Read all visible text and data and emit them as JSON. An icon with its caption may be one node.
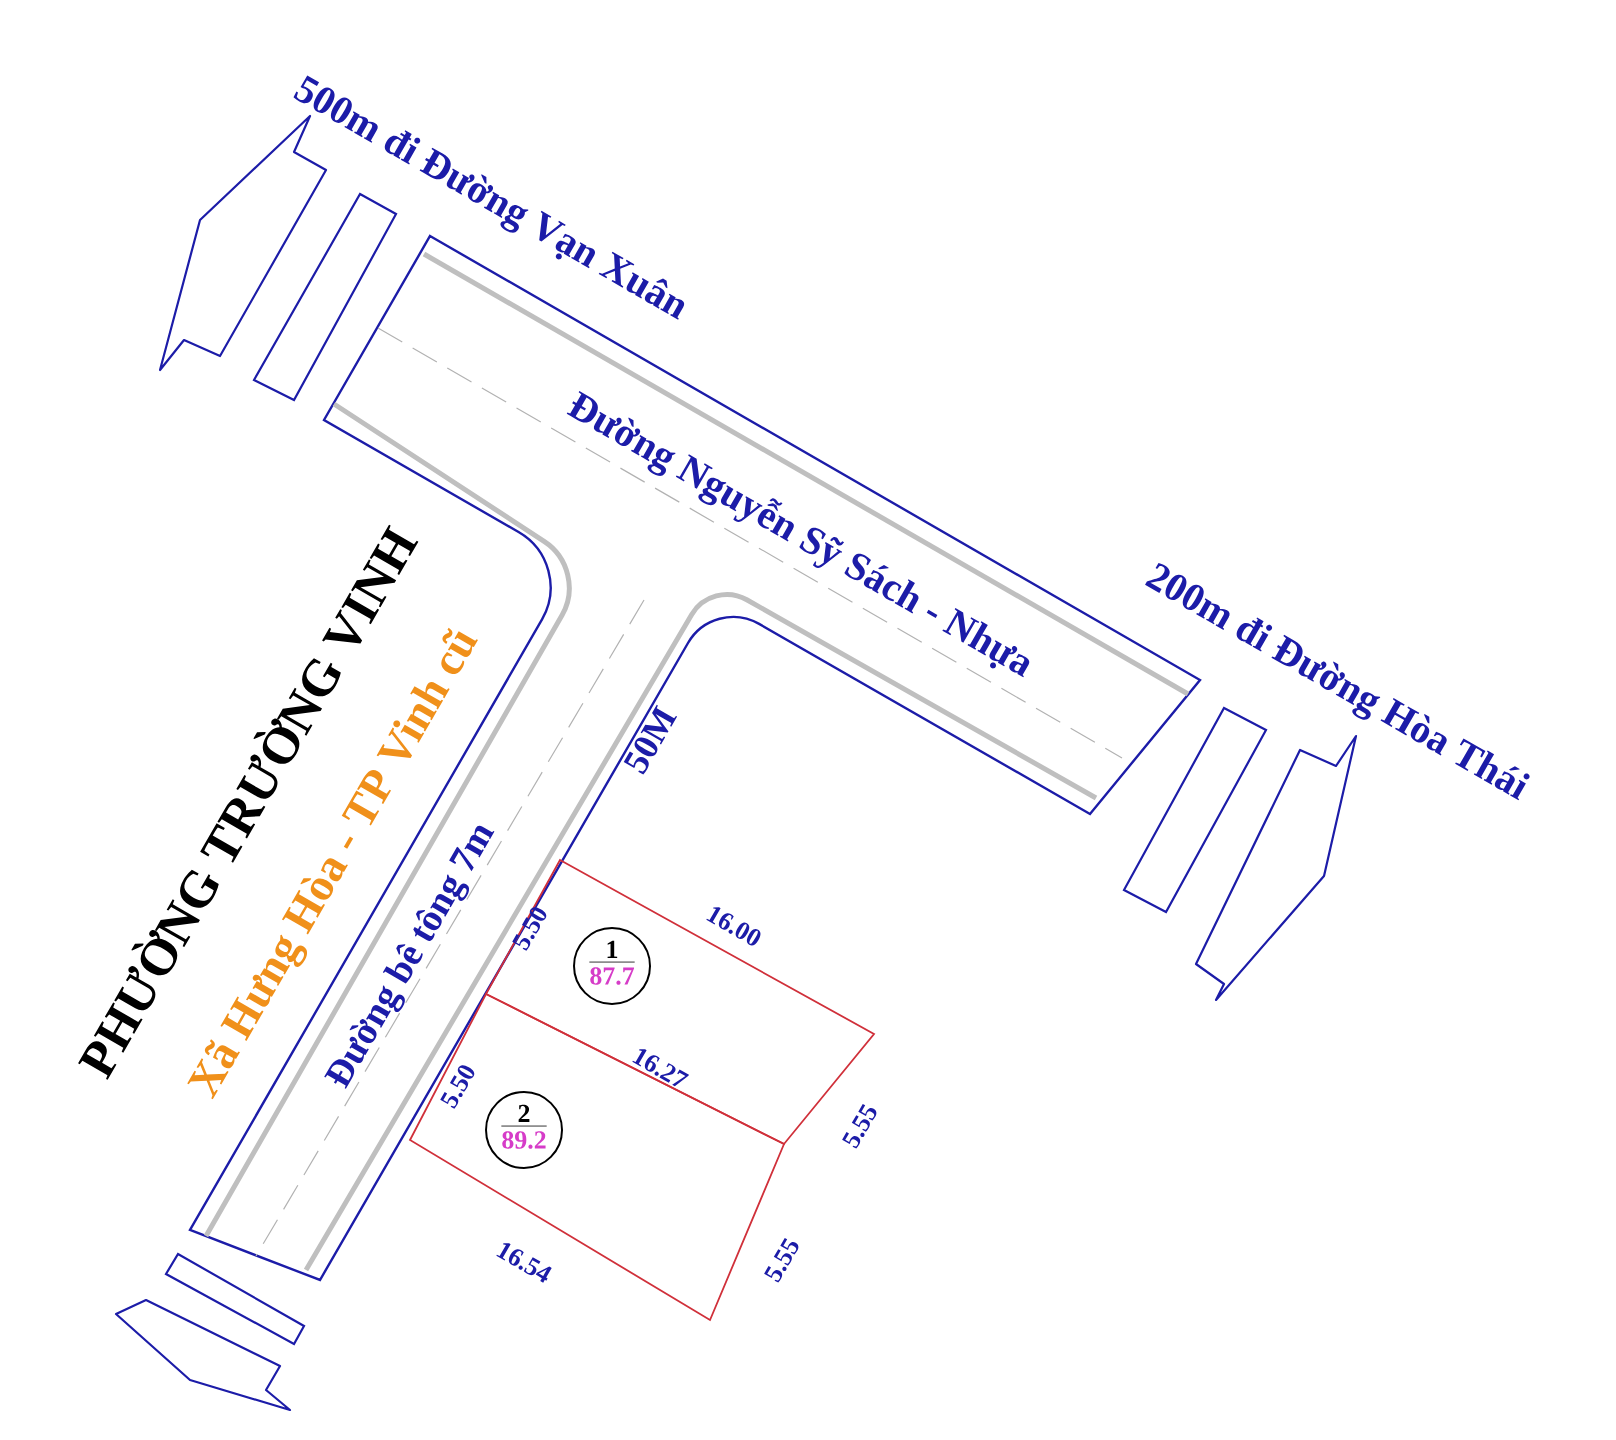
{
  "diagram": {
    "nodes": [
      {
        "text": [
          "1",
          "87.7"
        ]
      },
      {
        "text": [
          "2",
          "89.2"
        ]
      }
    ],
    "labels": [
      "500m đi Đường Vạn Xuân",
      "Đường Nguyễn Sỹ Sách - Nhựa",
      "200m đi Đường Hòa Thái",
      "PHƯỜNG TRƯỜNG VINH",
      "Xã Hưng Hòa - TP Vinh cũ",
      "Đường bê tông 7m",
      "50M",
      "5.50",
      "16.00",
      "5.50",
      "16.27",
      "5.55",
      "16.54",
      "5.55"
    ]
  }
}
